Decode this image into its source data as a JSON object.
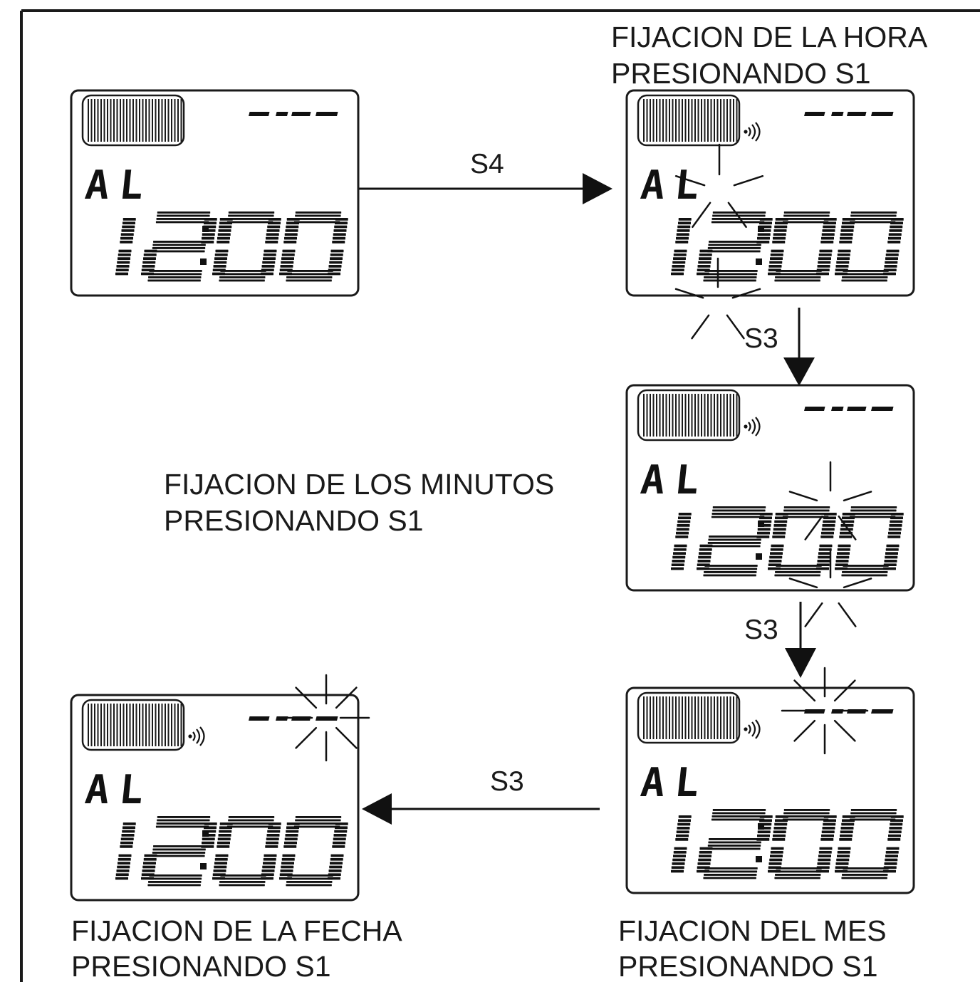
{
  "captions": {
    "hour": [
      "FIJACION DE LA HORA",
      "PRESIONANDO S1"
    ],
    "minutes": [
      "FIJACION DE LOS MINUTOS",
      "PRESIONANDO S1"
    ],
    "month": [
      "FIJACION DEL MES",
      "PRESIONANDO S1"
    ],
    "date": [
      "FIJACION DE LA FECHA",
      "PRESIONANDO S1"
    ]
  },
  "arrows": {
    "to_hour": "S4",
    "to_minutes": "S3",
    "to_month": "S3",
    "to_date": "S3"
  },
  "lcd": {
    "mode_label": "AL",
    "time": "12:00",
    "top_right": "--:--",
    "sound_icon": "speaker-waves-icon"
  },
  "panels": [
    {
      "id": "initial",
      "flashing": "none",
      "sound_icon_visible": false
    },
    {
      "id": "hour",
      "flashing": "hour",
      "sound_icon_visible": true
    },
    {
      "id": "minutes",
      "flashing": "minutes",
      "sound_icon_visible": true
    },
    {
      "id": "month",
      "flashing": "month",
      "sound_icon_visible": true
    },
    {
      "id": "date",
      "flashing": "date",
      "sound_icon_visible": true
    }
  ]
}
